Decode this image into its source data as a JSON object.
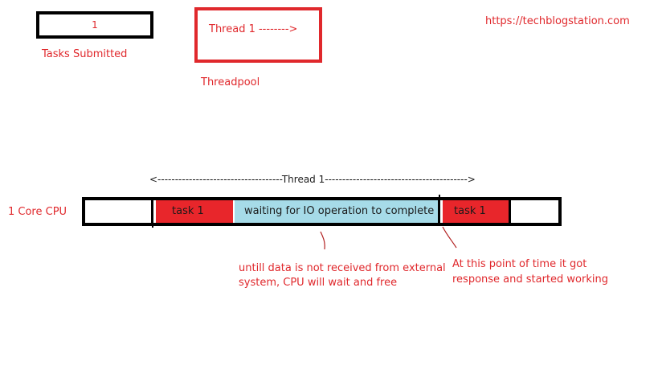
{
  "tasks_submitted": {
    "count": "1",
    "label": "Tasks Submitted"
  },
  "threadpool": {
    "thread_text": "Thread 1 -------->",
    "label": "Threadpool"
  },
  "source_url": "https://techblogstation.com",
  "timeline": {
    "thread_span_label": "<------------------------------------Thread 1----------------------------------------->",
    "cpu_label": "1 Core CPU",
    "segments": [
      {
        "label": "",
        "color": "#ffffff"
      },
      {
        "label": "task 1",
        "color": "#e8262b"
      },
      {
        "label": "waiting for IO operation to complete",
        "color": "#a6dbe8"
      },
      {
        "label": "task 1",
        "color": "#e8262b"
      },
      {
        "label": "",
        "color": "#ffffff"
      }
    ]
  },
  "annotations": {
    "waiting_note": "untill data is not received from external system, CPU will wait and free",
    "response_note": "At this point of time it got response and started working"
  }
}
